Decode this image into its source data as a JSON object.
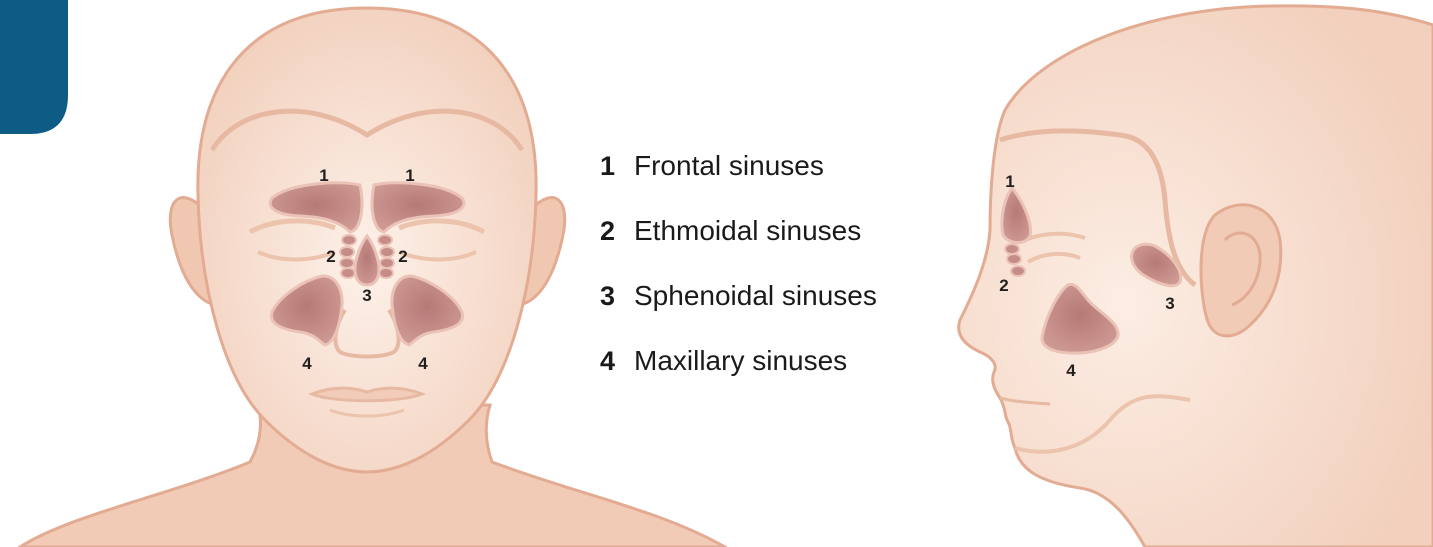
{
  "colors": {
    "brand_tab": "#0c5c86",
    "skin_base": "#f3d3c1",
    "skin_light": "#fbe9dd",
    "skin_outline": "#e2ab92",
    "sinus_fill": "#c58c88",
    "sinus_outline": "#ebc2b6",
    "label_text": "#1a1a1a"
  },
  "front_labels": {
    "frontal_left": "1",
    "frontal_right": "1",
    "ethmoidal_left": "2",
    "ethmoidal_right": "2",
    "sphenoidal": "3",
    "maxillary_left": "4",
    "maxillary_right": "4"
  },
  "side_labels": {
    "frontal": "1",
    "ethmoidal": "2",
    "sphenoidal": "3",
    "maxillary": "4"
  },
  "legend": [
    {
      "number": "1",
      "label": "Frontal sinuses"
    },
    {
      "number": "2",
      "label": "Ethmoidal sinuses"
    },
    {
      "number": "3",
      "label": "Sphenoidal sinuses"
    },
    {
      "number": "4",
      "label": "Maxillary sinuses"
    }
  ]
}
